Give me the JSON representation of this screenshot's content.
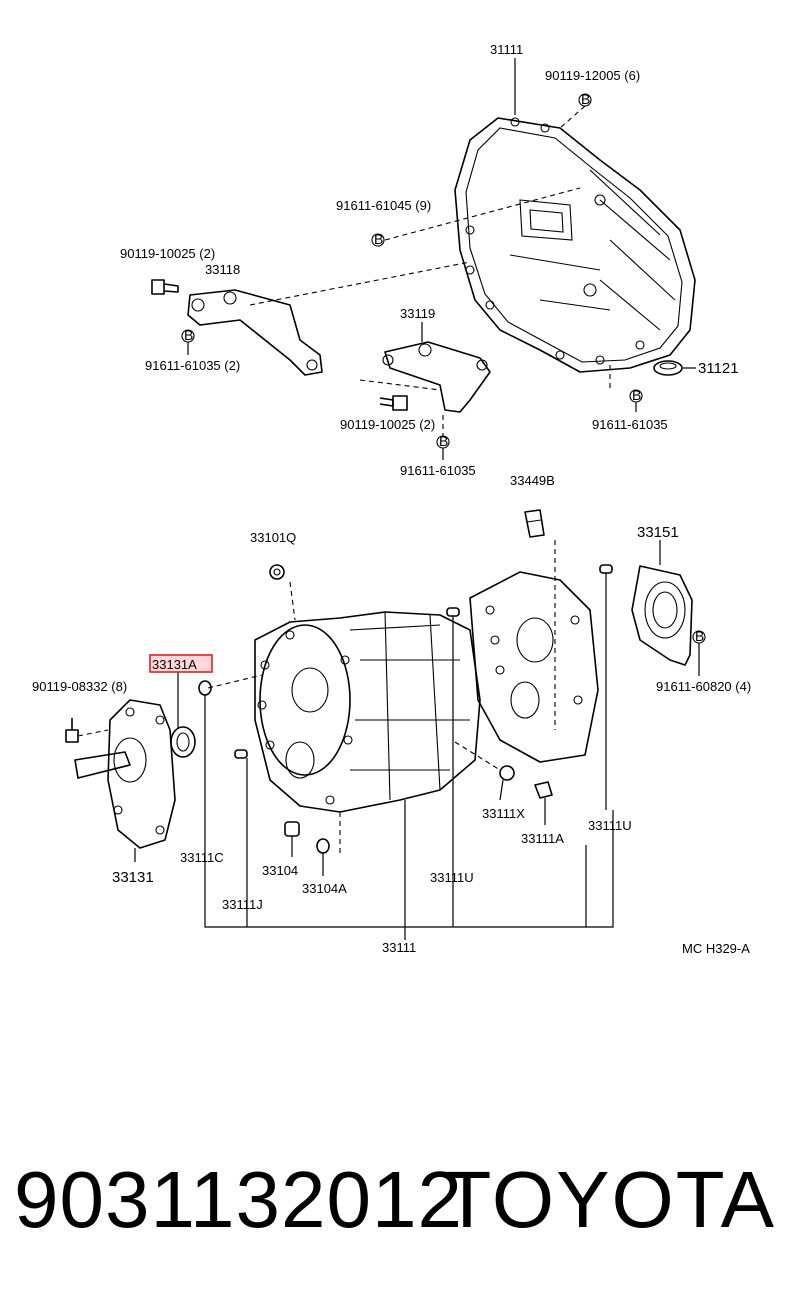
{
  "diagram": {
    "reference_code": "MC H329-A",
    "highlight_color": "#e02020",
    "bolt_symbol_letter": "B",
    "labels": {
      "p31111": "31111",
      "p90119_12005": "90119-12005 (6)",
      "p91611_61045": "91611-61045 (9)",
      "p90119_10025_a": "90119-10025 (2)",
      "p33118": "33118",
      "p91611_61035_a": "91611-61035 (2)",
      "p33119": "33119",
      "p90119_10025_b": "90119-10025 (2)",
      "p91611_61035_b": "91611-61035",
      "p91611_61035_c": "91611-61035",
      "p31121": "31121",
      "p33449B": "33449B",
      "p33101Q": "33101Q",
      "p33151": "33151",
      "p33131A": "33131A",
      "p90119_08332": "90119-08332 (8)",
      "p91611_60820": "91611-60820 (4)",
      "p33111X": "33111X",
      "p33111U_a": "33111U",
      "p33111A": "33111A",
      "p33131": "33131",
      "p33111C": "33111C",
      "p33104": "33104",
      "p33104A": "33104A",
      "p33111U_b": "33111U",
      "p33111J": "33111J",
      "p33111": "33111"
    }
  },
  "footer": {
    "part_number": "9031132012",
    "brand": "TOYOTA"
  }
}
